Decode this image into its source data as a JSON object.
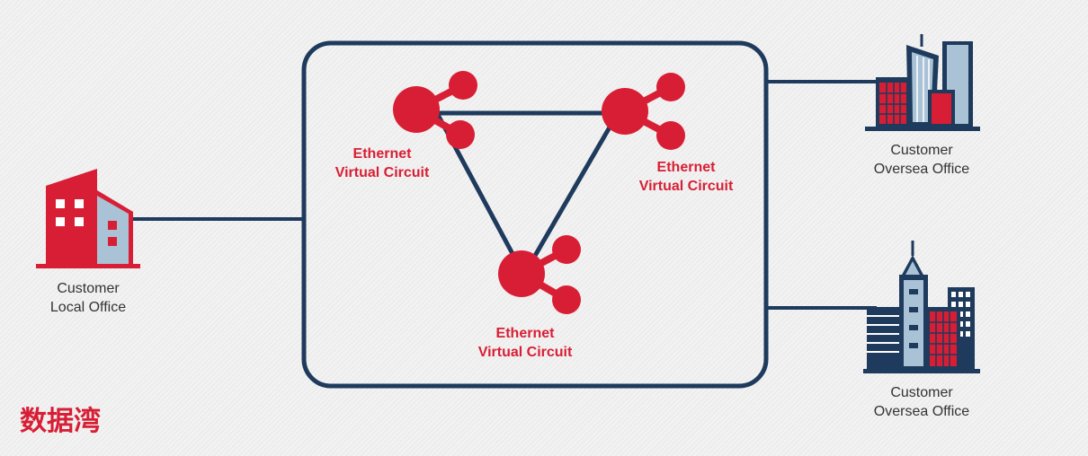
{
  "colors": {
    "navy": "#1e3a5c",
    "red": "#d81e34",
    "light_blue": "#a9c2d6",
    "text_gray": "#333333"
  },
  "offices": {
    "local": {
      "line1": "Customer",
      "line2": "Local Office",
      "icon": "red-building-icon"
    },
    "oversea_top": {
      "line1": "Customer",
      "line2": "Oversea Office",
      "icon": "city-skyline-icon"
    },
    "oversea_bottom": {
      "line1": "Customer",
      "line2": "Oversea Office",
      "icon": "city-skyline-icon"
    }
  },
  "circuits": {
    "top_left": {
      "line1": "Ethernet",
      "line2": "Virtual Circuit",
      "icon": "share-node-icon"
    },
    "top_right": {
      "line1": "Ethernet",
      "line2": "Virtual Circuit",
      "icon": "share-node-icon"
    },
    "bottom": {
      "line1": "Ethernet",
      "line2": "Virtual Circuit",
      "icon": "share-node-icon"
    }
  },
  "brand": "数据湾"
}
